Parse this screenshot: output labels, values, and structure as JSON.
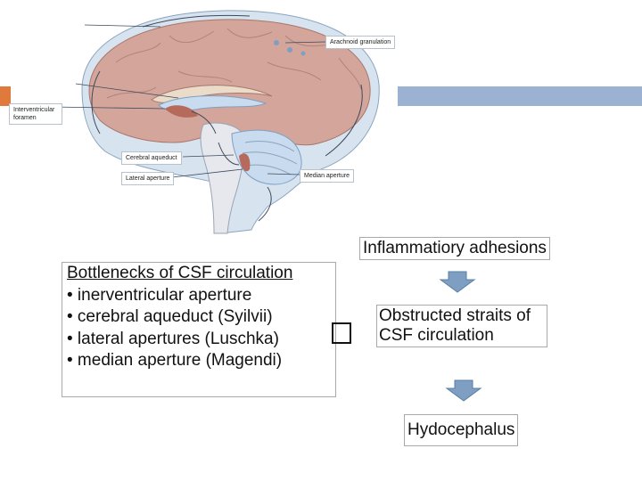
{
  "colors": {
    "accent_bar": "#9cb2d2",
    "orange_tab": "#e07a3c",
    "arrow_fill": "#7f9fc2",
    "arrow_stroke": "#5a7ea3",
    "brain_tissue": "#d4a59a",
    "csf_blue": "#d7e4f0"
  },
  "anatomy_labels": {
    "arachnoid": "Arachnoid granulation",
    "interventricular": "Interventricular foramen",
    "aqueduct": "Cerebral aqueduct",
    "lateral": "Lateral aperture",
    "median": "Median aperture"
  },
  "flow": {
    "top": "Inflammatiory adhesions",
    "middle": "Obstructed straits of CSF circulation",
    "bottom": "Hydocephalus"
  },
  "bottlenecks": {
    "title": "Bottlenecks of CSF circulation",
    "items": [
      "• inerventricular aperture",
      "• cerebral aqueduct (Syilvii)",
      "• lateral apertures (Luschka)",
      "• median aperture (Magendi)"
    ]
  }
}
